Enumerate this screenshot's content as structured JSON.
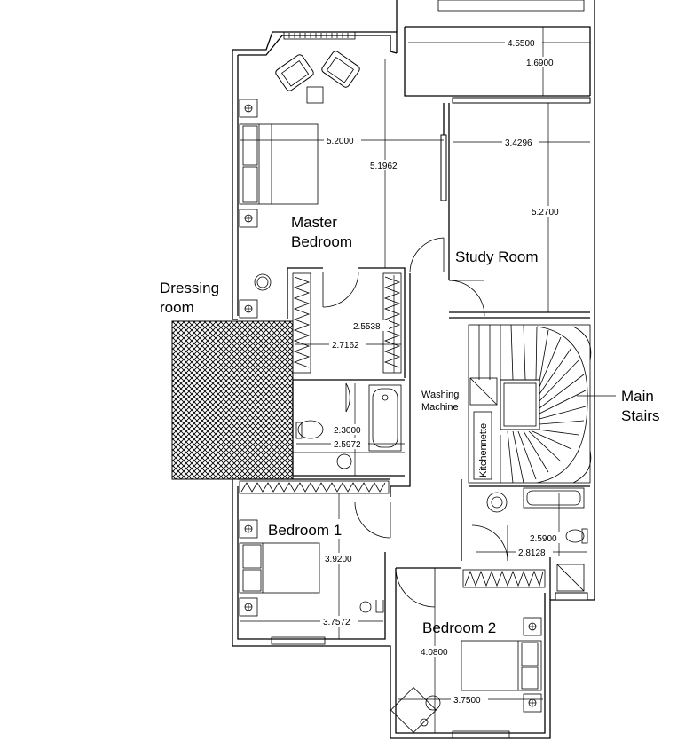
{
  "rooms": {
    "master_bedroom": [
      "Master",
      "Bedroom"
    ],
    "study_room": "Study Room",
    "dressing_room": [
      "Dressing",
      "room"
    ],
    "bedroom_1": "Bedroom 1",
    "bedroom_2": "Bedroom 2",
    "washing_machine": [
      "Washing",
      "Machine"
    ],
    "kitchennette": "Kitchennette",
    "main_stairs": [
      "Main",
      "Stairs"
    ]
  },
  "dimensions": {
    "study_width_top": "4.5500",
    "study_top_depth": "1.6900",
    "master_width": "5.2000",
    "master_depth": "5.1962",
    "study_width": "3.4296",
    "study_depth": "5.2700",
    "closet_depth": "2.5538",
    "closet_width": "2.7162",
    "bath_depth": "2.3000",
    "bath_width": "2.5972",
    "bedroom1_depth": "3.9200",
    "bedroom1_width": "3.7572",
    "right_bath_depth": "2.5900",
    "right_bath_width": "2.8128",
    "bedroom2_depth": "4.0800",
    "bedroom2_width": "3.7500"
  }
}
